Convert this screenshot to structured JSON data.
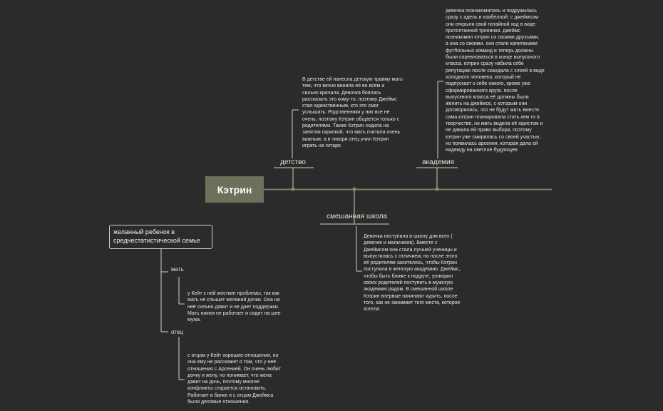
{
  "root": {
    "label": "Кэтрин"
  },
  "branches": {
    "childhood": {
      "label": "детство",
      "note": "В детстве ей нанесла детскую травму мать\nтем, что вечно винила её во всем и\nсильно кричала. Девочка боялась\nрассказать это кому-то, поэтому Джеймс\nстал единственным, кто это смог\nуслышать. Родственники у них все не\nочень, поэтому Кэтрин общается только с\nродителями. Также Кэтрин ходила на\nзанятия скрипкой, что мать считала очень\nважным, а в тихоря отец учил Кэтрин\nиграть на гитаре."
    },
    "academy": {
      "label": "академия",
      "note": "девочка познакомилась и подружилась\nсразу с адель и изабеллой. с джеймсом\nони открыли свой потайной ход в виде\nпротоптанной тропинки. джеймс\nпознакомил кэтрин  со своими друзьями,\nа она со своими. они стали капитанами\nфутбольных команд и теперь должны\nбыли соревноваться в конце выпускного\nкласса. кэтрин сразу набила себе\nрепутацию после скандала с хлоей в виде\nхолодного человека, который не\nподпускает к себе никого, кроме уже\nсформированного круга. после\nвыпускного класса её должны были\nженить на джеймсе, с которым они\nдоговорились, что не будут жить вместе.\nсама кэтрин планировала стать кем то в\nтворчестве, но мать видела её юристом и\nне давала ей право выбора, поэтому\nкэтрин уже смирилась со своей участью,\nно появилась арсения, которая дала ей\nнадежду на светлое будующее."
    },
    "school": {
      "label": "смешанная школа",
      "note": "Девочка поступила в школу для всех (\nдевочек и мальчиков). Вместе с\nДжеймсом она стала лучшей ученицы и\nвыпустилась с отличием, но после этого\nеё родителям захотелось, чтобы Кэтрин\nпоступила в женскую академию. Джеймс,\nчтобы быть ближе к подруге, уговорил\nсвоих родителей поступить в мужскую\nакадемию рядом. В смешанной школе\nКэтрин впервые начинают курить, после\nтого, как не занимает того места, которое\nхотела."
    }
  },
  "family": {
    "title": "желанный ребенок  в среднестатистической семье",
    "mother": {
      "label": "мать",
      "note": "у Кейт с ней жесткие проблемы, так как\nмать не слышит желаний дочки. Она на\nнеё сильно давит и не дает поддержки.\nМать никем не работает и сидит на шее\nмужа."
    },
    "father": {
      "label": "отец",
      "note": "с отцом у Кейт хорошие отношения, но\nона ему не расскажет о том, что у неё\nотношения с Арсенией. Он очень любит\nдочку и жену, но понимает, что жена\nдавит на дочь, поэтому многие\nконфликты старается остановить.\nРаботает в банке и с отцом Джеймса\nбыли деловые отношения."
    }
  },
  "colors": {
    "background": "#2b2b2b",
    "root_fill": "#6e705c",
    "line": "#7d7f6a",
    "note_line": "#cfcfcf"
  }
}
